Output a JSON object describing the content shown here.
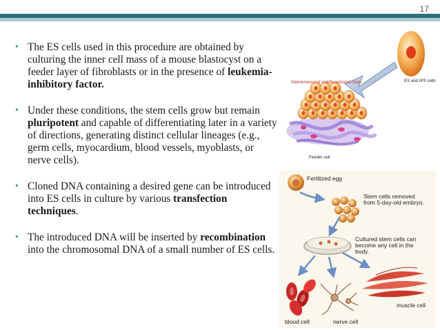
{
  "slide": {
    "page_number": "17"
  },
  "bullets": [
    {
      "parts": [
        {
          "text": "The ES cells used in this procedure are obtained by culturing the inner cell mass of a mouse blastocyst on a feeder layer of fibroblasts or in the presence of ",
          "bold": false
        },
        {
          "text": "leukemia-inhibitory factor.",
          "bold": true
        }
      ]
    },
    {
      "parts": [
        {
          "text": "Under these conditions, the stem cells grow but remain ",
          "bold": false
        },
        {
          "text": "pluripotent",
          "bold": true
        },
        {
          "text": " and capable of differentiating later in a variety of directions, generating distinct cellular lineages (e.g., germ cells, myocardium, blood vessels, myoblasts, or nerve cells).",
          "bold": false
        }
      ]
    },
    {
      "parts": [
        {
          "text": "Cloned DNA containing a desired gene can be introduced into ES cells in culture by various ",
          "bold": false
        },
        {
          "text": "transfection techniques",
          "bold": true
        },
        {
          "text": ".",
          "bold": false
        }
      ]
    },
    {
      "parts": [
        {
          "text": "The introduced DNA will be inserted by ",
          "bold": false
        },
        {
          "text": "recombination",
          "bold": true
        },
        {
          "text": " into the chromosomal DNA of a small number of ES cells.",
          "bold": false
        }
      ]
    }
  ],
  "diagram1": {
    "label_maintenance": "Maintenance of undifferentiated state",
    "label_es_ips": "ES and iPS cells",
    "label_feeder": "Feeder cell"
  },
  "diagram2": {
    "label_fertilized": "Fertilized egg",
    "label_stem_removed": "Stem cells removed from 5-day-old embryo.",
    "label_cultured": "Cultured stem cells can become any cell in the body.",
    "label_muscle": "muscle cell",
    "label_blood": "blood cell",
    "label_nerve": "nerve cell"
  },
  "colors": {
    "accent_dark": "#2e6f7e",
    "accent_light": "#a9c9cf",
    "bullet": "#4a8a98"
  }
}
